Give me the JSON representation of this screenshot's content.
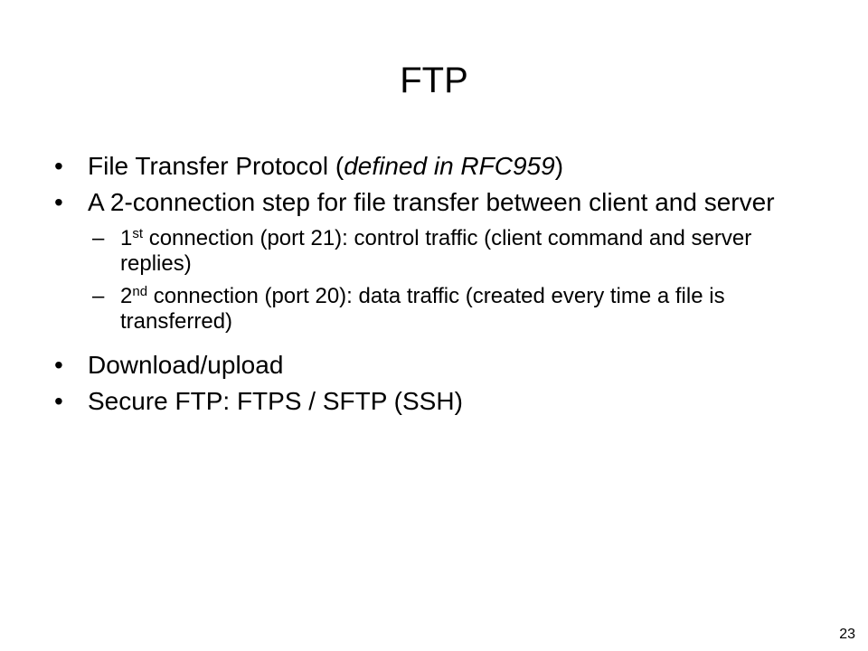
{
  "slide": {
    "title": "FTP",
    "bullets": [
      {
        "marker": "•",
        "text_before": "File Transfer Protocol (",
        "text_italic": "defined in RFC959",
        "text_after": ")"
      },
      {
        "marker": "•",
        "text": "A 2-connection step for file transfer between client and server",
        "sub_bullets": [
          {
            "marker": "–",
            "ordinal": "1",
            "ordinal_suffix": "st",
            "text": " connection (port 21): control traffic (client command and server replies)"
          },
          {
            "marker": "–",
            "ordinal": "2",
            "ordinal_suffix": "nd",
            "text": " connection (port 20): data traffic (created every time a file is transferred)"
          }
        ]
      },
      {
        "marker": "•",
        "text": "Download/upload"
      },
      {
        "marker": "•",
        "text": "Secure FTP: FTPS / SFTP (SSH)"
      }
    ],
    "page_number": "23"
  }
}
